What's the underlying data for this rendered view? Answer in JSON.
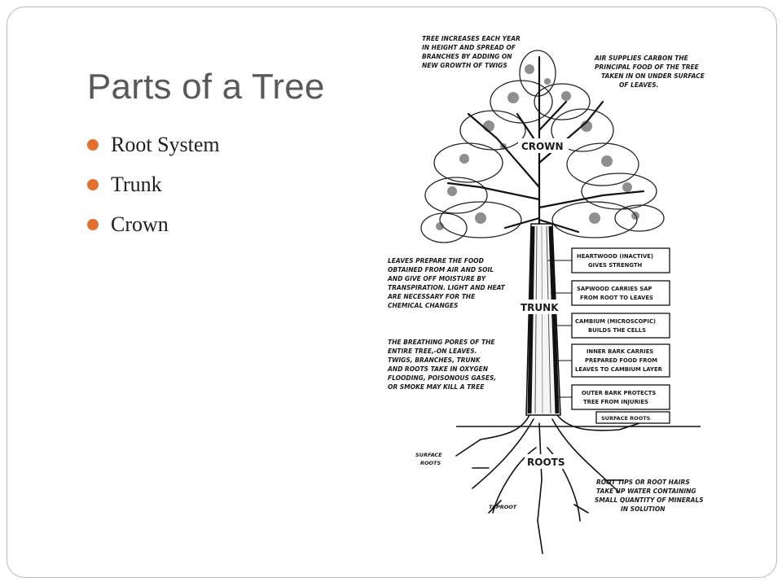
{
  "slide": {
    "title": "Parts of a Tree",
    "bullets": [
      {
        "label": "Root System"
      },
      {
        "label": "Trunk"
      },
      {
        "label": "Crown"
      }
    ],
    "bullet_color": "#e2712f",
    "title_color": "#595959"
  },
  "diagram": {
    "note_growth": [
      "TREE INCREASES EACH YEAR",
      "IN HEIGHT AND SPREAD OF",
      "BRANCHES BY ADDING ON",
      "NEW GROWTH OF TWIGS"
    ],
    "note_air": [
      "AIR SUPPLIES CARBON THE",
      "PRINCIPAL FOOD OF THE TREE",
      "TAKEN IN ON UNDER SURFACE",
      "OF LEAVES."
    ],
    "label_crown": "CROWN",
    "label_trunk": "TRUNK",
    "label_roots": "ROOTS",
    "note_leaves": [
      "LEAVES PREPARE THE FOOD",
      "OBTAINED FROM AIR AND SOIL",
      "AND GIVE OFF MOISTURE BY",
      "TRANSPIRATION. LIGHT AND HEAT",
      "ARE NECESSARY FOR THE",
      "CHEMICAL CHANGES"
    ],
    "note_pores": [
      "THE BREATHING PORES OF THE",
      "ENTIRE TREE,-ON LEAVES.",
      "TWIGS, BRANCHES, TRUNK",
      "AND ROOTS TAKE IN OXYGEN",
      "FLOODING, POISONOUS GASES,",
      "OR SMOKE MAY KILL A TREE"
    ],
    "box_heartwood": [
      "HEARTWOOD (INACTIVE)",
      "GIVES STRENGTH"
    ],
    "box_sapwood": [
      "SAPWOOD CARRIES SAP",
      "FROM ROOT TO LEAVES"
    ],
    "box_cambium": [
      "CAMBIUM (MICROSCOPIC)",
      "BUILDS THE CELLS"
    ],
    "box_inner_bark": [
      "INNER BARK CARRIES",
      "PREPARED FOOD FROM",
      "LEAVES TO CAMBIUM LAYER"
    ],
    "box_outer_bark": [
      "OUTER BARK PROTECTS",
      "TREE FROM INJURIES"
    ],
    "label_surface_roots_right": "SURFACE ROOTS",
    "label_surface_roots_left": [
      "SURFACE",
      "ROOTS"
    ],
    "label_taproot": "TAPROOT",
    "note_root_tips": [
      "ROOT TIPS OR ROOT HAIRS",
      "TAKE UP WATER CONTAINING",
      "SMALL QUANTITY OF MINERALS",
      "IN SOLUTION"
    ]
  }
}
